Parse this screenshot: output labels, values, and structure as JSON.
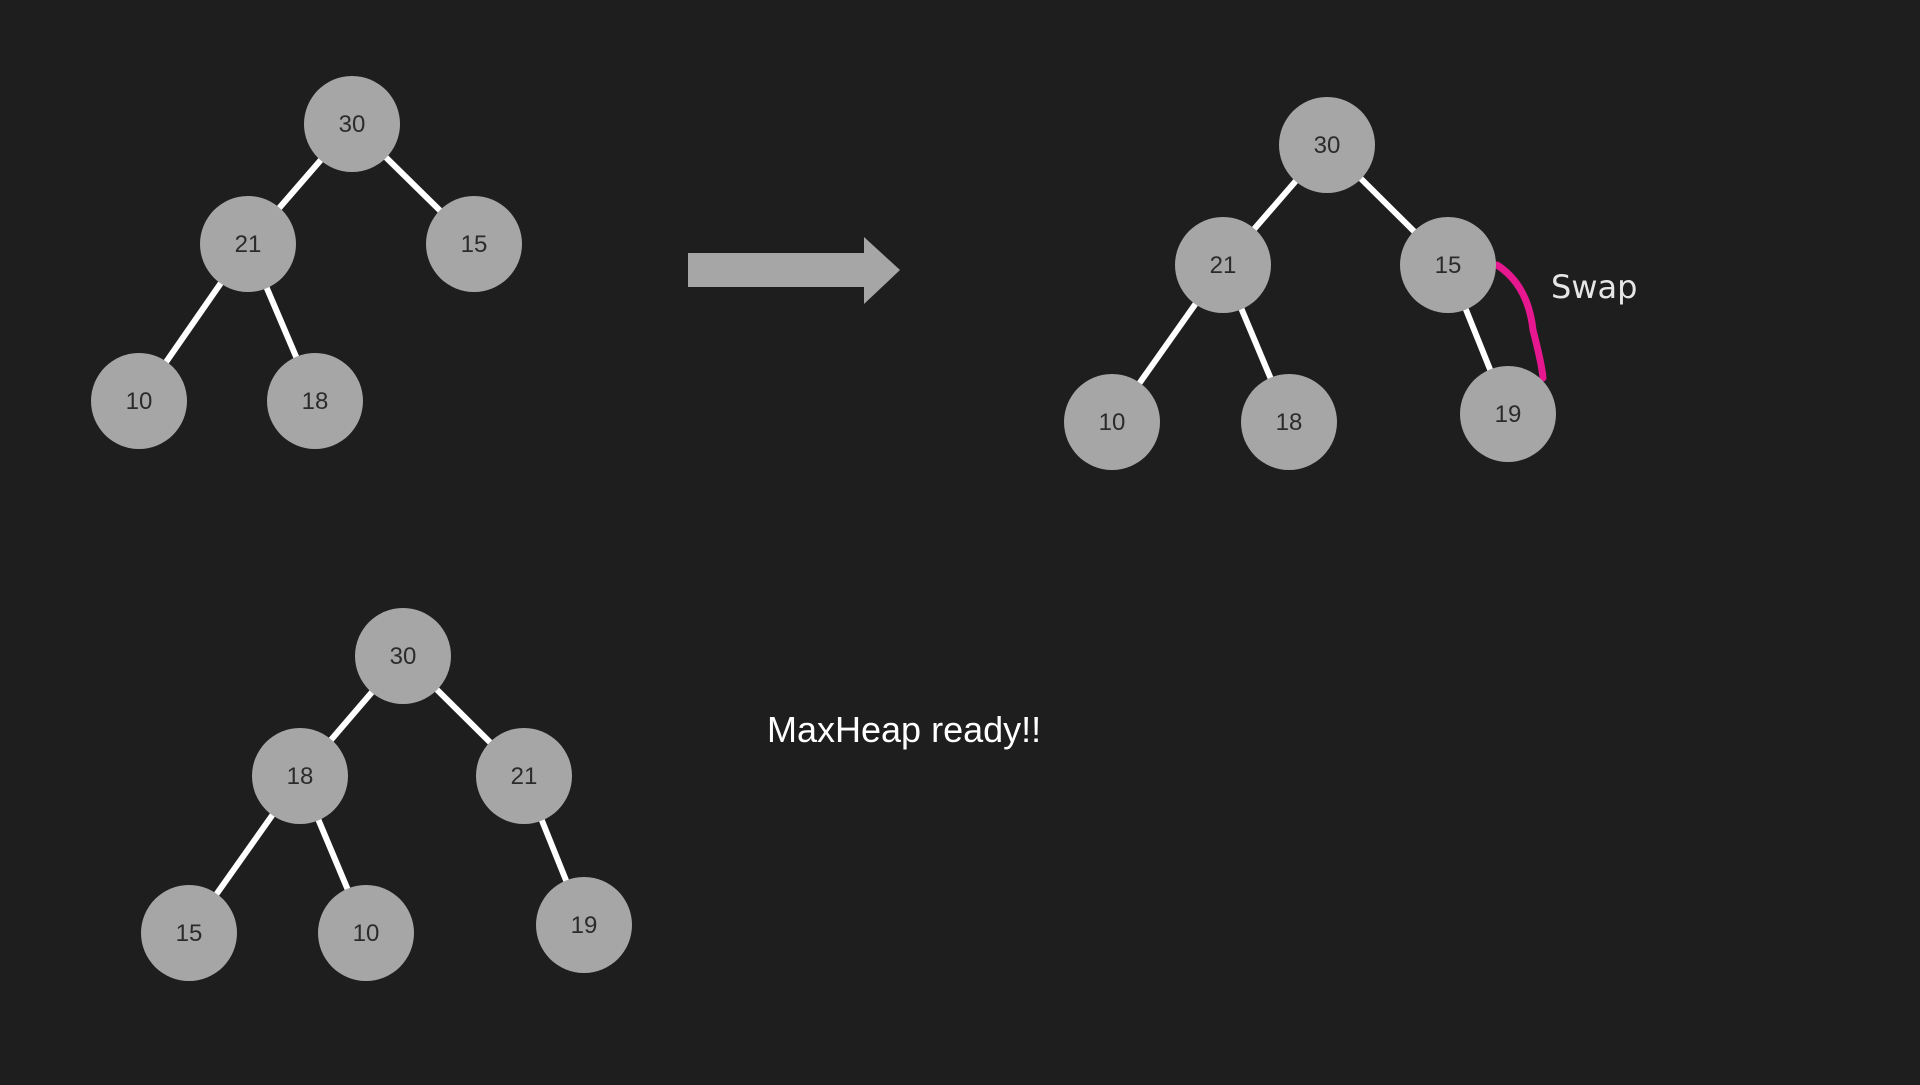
{
  "colors": {
    "background": "#1e1e1e",
    "node_fill": "#a6a6a6",
    "node_text": "#2b2b2b",
    "edge": "#ffffff",
    "arrow": "#a6a6a6",
    "swap_highlight": "#e6178f",
    "text": "#ffffff"
  },
  "trees": [
    {
      "id": "tree-before",
      "nodes": [
        {
          "id": "a",
          "value": "30"
        },
        {
          "id": "b",
          "value": "21"
        },
        {
          "id": "c",
          "value": "15"
        },
        {
          "id": "d",
          "value": "10"
        },
        {
          "id": "e",
          "value": "18"
        }
      ],
      "edges": [
        [
          "a",
          "b"
        ],
        [
          "a",
          "c"
        ],
        [
          "b",
          "d"
        ],
        [
          "b",
          "e"
        ]
      ]
    },
    {
      "id": "tree-inserted",
      "nodes": [
        {
          "id": "a",
          "value": "30"
        },
        {
          "id": "b",
          "value": "21"
        },
        {
          "id": "c",
          "value": "15"
        },
        {
          "id": "d",
          "value": "10"
        },
        {
          "id": "e",
          "value": "18"
        },
        {
          "id": "f",
          "value": "19"
        }
      ],
      "edges": [
        [
          "a",
          "b"
        ],
        [
          "a",
          "c"
        ],
        [
          "b",
          "d"
        ],
        [
          "b",
          "e"
        ],
        [
          "c",
          "f"
        ]
      ]
    },
    {
      "id": "tree-result",
      "nodes": [
        {
          "id": "a",
          "value": "30"
        },
        {
          "id": "b",
          "value": "18"
        },
        {
          "id": "c",
          "value": "21"
        },
        {
          "id": "d",
          "value": "15"
        },
        {
          "id": "e",
          "value": "10"
        },
        {
          "id": "f",
          "value": "19"
        }
      ],
      "edges": [
        [
          "a",
          "b"
        ],
        [
          "a",
          "c"
        ],
        [
          "b",
          "d"
        ],
        [
          "b",
          "e"
        ],
        [
          "c",
          "f"
        ]
      ]
    }
  ],
  "swap_label": "Swap",
  "caption": "MaxHeap ready!!"
}
